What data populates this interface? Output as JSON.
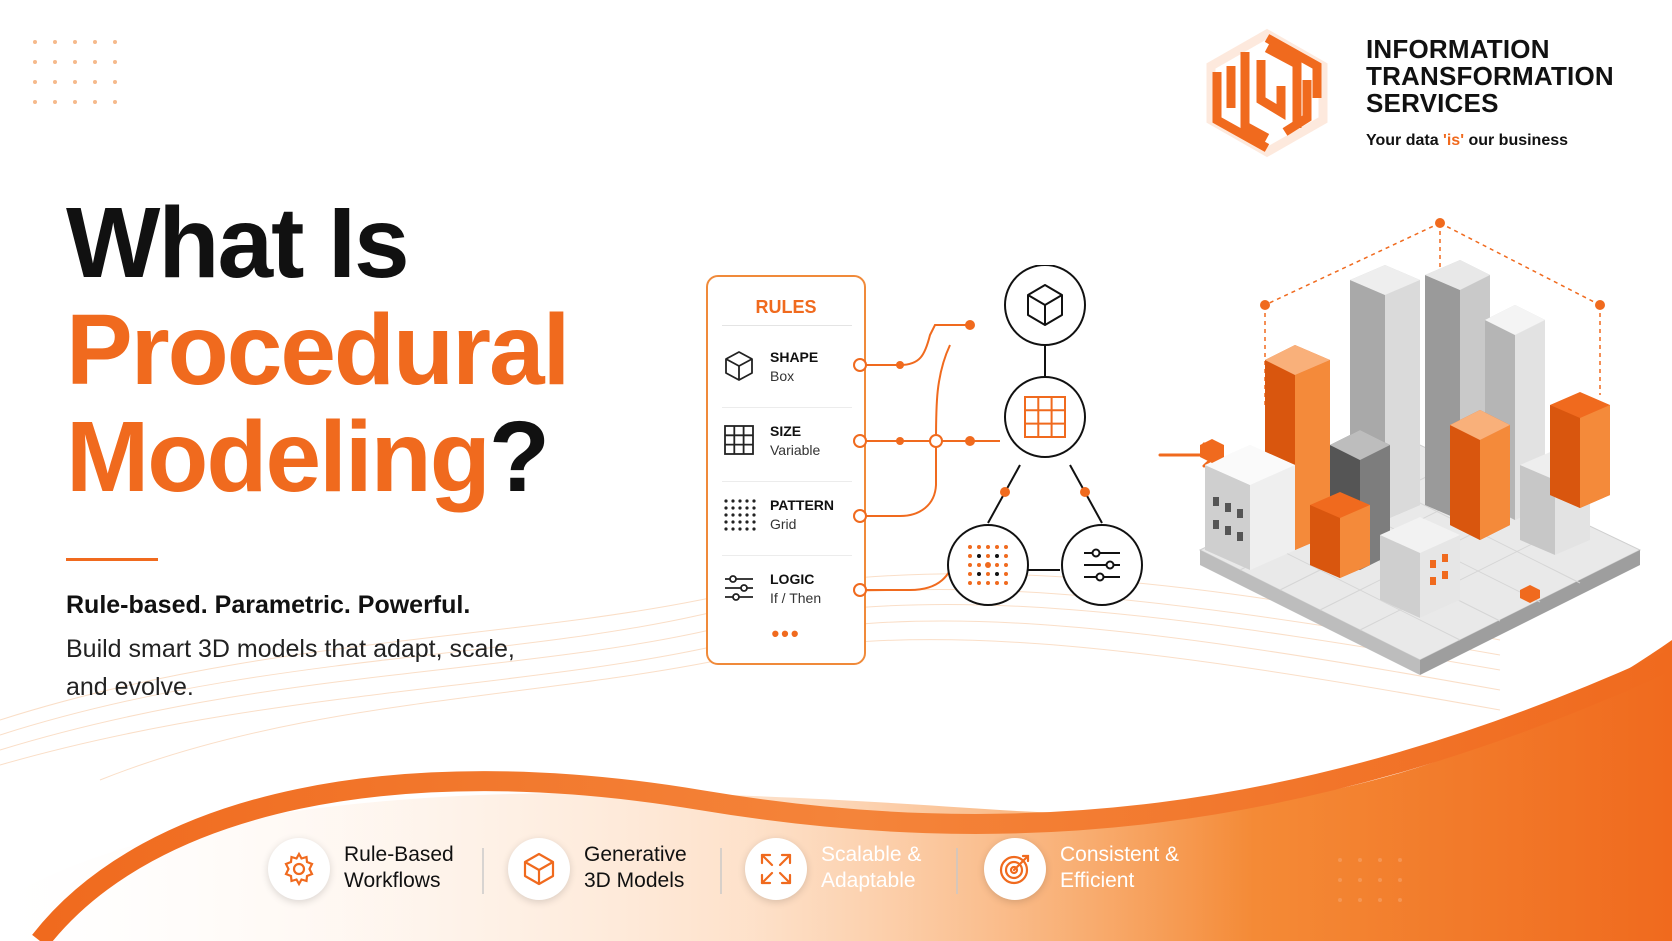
{
  "brand": {
    "name_lines": [
      "INFORMATION",
      "TRANSFORMATION",
      "SERVICES"
    ],
    "tagline_before": "Your data ",
    "tagline_accent": "'is'",
    "tagline_after": " our business",
    "accent_color": "#f06a1e"
  },
  "headline": {
    "line1": "What Is",
    "line2": "Procedural",
    "line3": "Modeling",
    "question_mark": "?"
  },
  "tagline": {
    "bold": "Rule-based. Parametric. Powerful.",
    "body": "Build smart 3D models that adapt, scale, and evolve."
  },
  "rules_panel": {
    "title": "RULES",
    "items": [
      {
        "name": "SHAPE",
        "value": "Box",
        "icon": "cube-icon"
      },
      {
        "name": "SIZE",
        "value": "Variable",
        "icon": "grid-icon"
      },
      {
        "name": "PATTERN",
        "value": "Grid",
        "icon": "dot-grid-icon"
      },
      {
        "name": "LOGIC",
        "value": "If / Then",
        "icon": "sliders-icon"
      }
    ],
    "more": "•••"
  },
  "graph_nodes": [
    "cube-icon",
    "grid-icon",
    "dot-grid-icon",
    "sliders-icon"
  ],
  "features": [
    {
      "label": "Rule-Based\nWorkflows",
      "line1": "Rule-Based",
      "line2": "Workflows",
      "icon": "gear-icon"
    },
    {
      "label": "Generative\n3D Models",
      "line1": "Generative",
      "line2": "3D Models",
      "icon": "cube-icon"
    },
    {
      "label": "Scalable &\nAdaptable",
      "line1": "Scalable &",
      "line2": "Adaptable",
      "icon": "expand-arrows-icon"
    },
    {
      "label": "Consistent &\nEfficient",
      "line1": "Consistent &",
      "line2": "Efficient",
      "icon": "target-icon"
    }
  ],
  "colors": {
    "orange": "#f06a1e",
    "light_orange": "#f5a25f",
    "dark": "#111111"
  }
}
